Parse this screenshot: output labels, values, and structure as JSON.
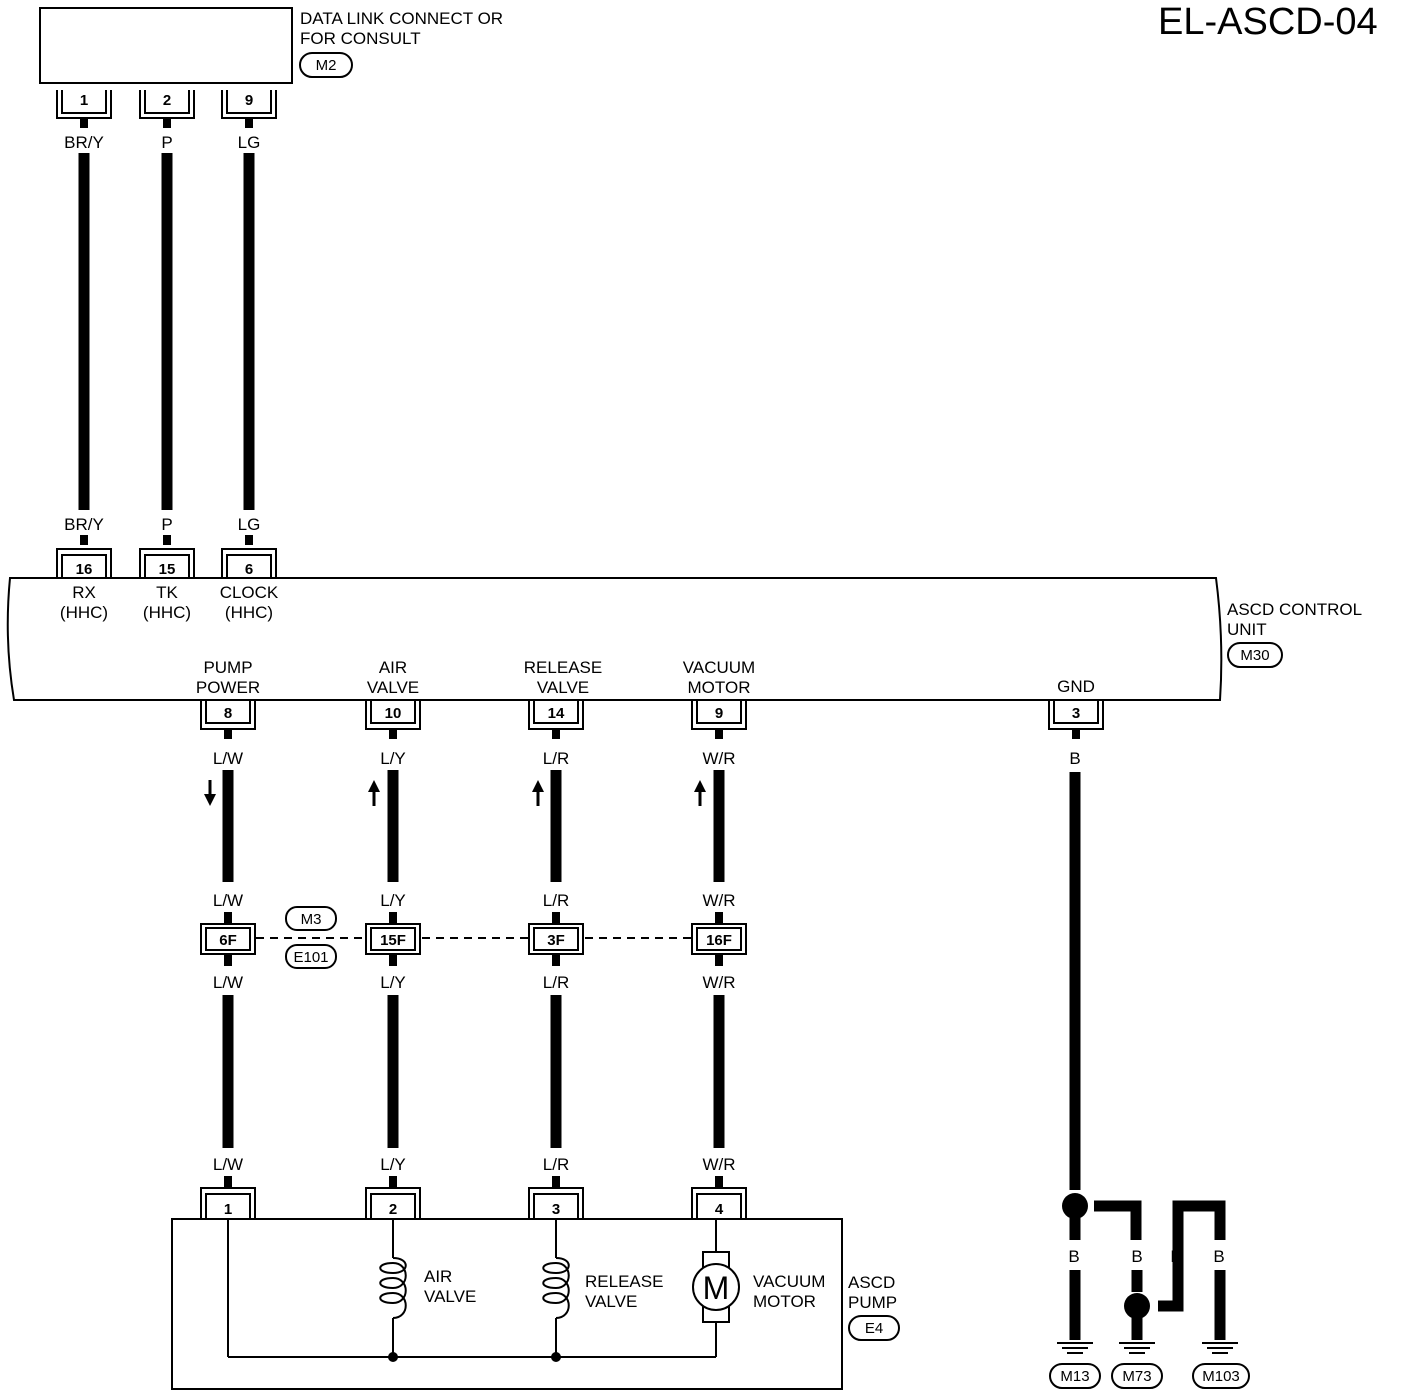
{
  "page_id": "EL-ASCD-04",
  "dlc": {
    "name_line1": "DATA LINK CONNECT OR",
    "name_line2": "FOR CONSULT",
    "connector": "M2",
    "pins": [
      "1",
      "2",
      "9"
    ],
    "wires": [
      "BR/Y",
      "P",
      "LG"
    ]
  },
  "control_unit": {
    "name_line1": "ASCD CONTROL",
    "name_line2": "UNIT",
    "connector": "M30",
    "top_pins": [
      "16",
      "15",
      "6"
    ],
    "top_wires": [
      "BR/Y",
      "P",
      "LG"
    ],
    "top_labels": [
      {
        "l1": "RX",
        "l2": "(HHC)"
      },
      {
        "l1": "TK",
        "l2": "(HHC)"
      },
      {
        "l1": "CLOCK",
        "l2": "(HHC)"
      }
    ],
    "bottom_pins": [
      "8",
      "10",
      "14",
      "9",
      "3"
    ],
    "bottom_labels": [
      {
        "l1": "PUMP",
        "l2": "POWER"
      },
      {
        "l1": "AIR",
        "l2": "VALVE"
      },
      {
        "l1": "RELEASE",
        "l2": "VALVE"
      },
      {
        "l1": "VACUUM",
        "l2": "MOTOR"
      },
      {
        "l1": "GND",
        "l2": ""
      }
    ]
  },
  "circuits": [
    {
      "wire": "L/W",
      "joint": "6F",
      "pump_pin": "1"
    },
    {
      "wire": "L/Y",
      "joint": "15F",
      "pump_pin": "2"
    },
    {
      "wire": "L/R",
      "joint": "3F",
      "pump_pin": "3"
    },
    {
      "wire": "W/R",
      "joint": "16F",
      "pump_pin": "4"
    }
  ],
  "joint_connectors": {
    "upper": "M3",
    "lower": "E101"
  },
  "pump": {
    "name_line1": "ASCD",
    "name_line2": "PUMP",
    "connector": "E4",
    "air_valve": {
      "l1": "AIR",
      "l2": "VALVE"
    },
    "release_valve": {
      "l1": "RELEASE",
      "l2": "VALVE"
    },
    "vacuum_motor": {
      "l1": "VACUUM",
      "l2": "MOTOR"
    },
    "motor_symbol": "M"
  },
  "ground": {
    "wire": "B",
    "points": [
      "M13",
      "M73",
      "M103"
    ]
  }
}
